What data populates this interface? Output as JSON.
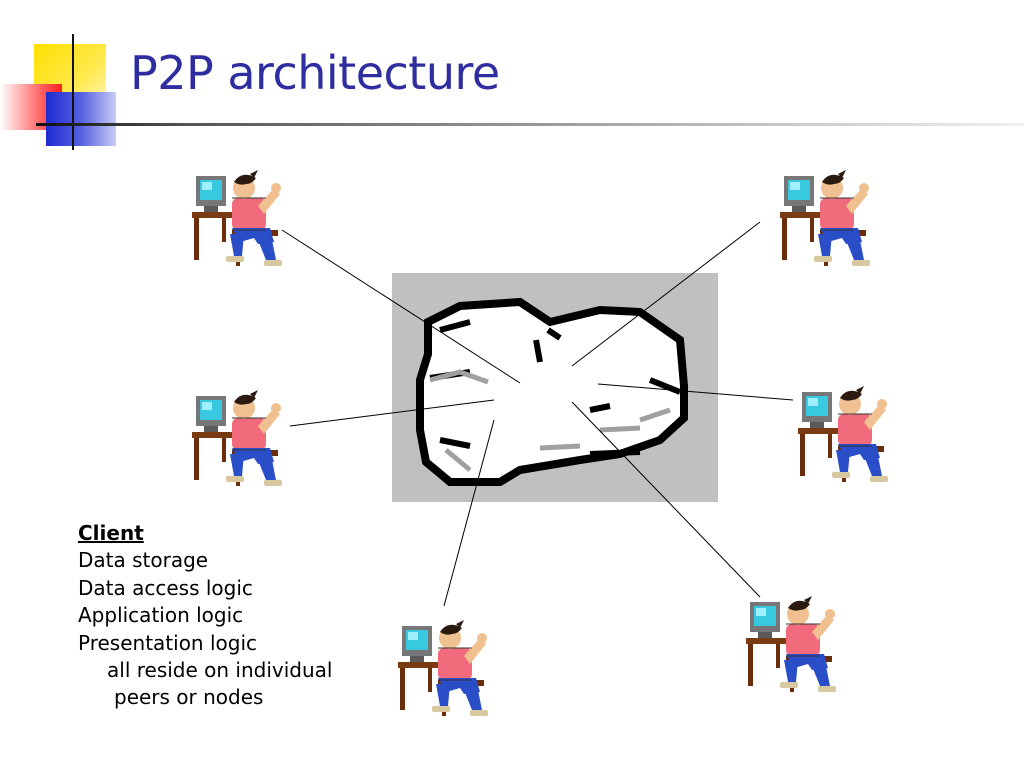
{
  "slide": {
    "title": "P2P architecture"
  },
  "diagram": {
    "center": "cloud",
    "nodes": [
      {
        "icon": "person-at-computer-icon"
      },
      {
        "icon": "person-at-computer-icon"
      },
      {
        "icon": "person-at-computer-icon"
      },
      {
        "icon": "person-at-computer-icon"
      },
      {
        "icon": "person-at-computer-icon"
      },
      {
        "icon": "person-at-computer-icon"
      }
    ],
    "cloud_background": "#c0c0c0"
  },
  "client": {
    "heading": "Client",
    "items": [
      "Data storage",
      "Data access logic",
      "Application logic",
      "Presentation logic"
    ],
    "note_line1": "all reside on individual",
    "note_line2": "peers or nodes"
  },
  "colors": {
    "title": "#2e2ea0",
    "accent_yellow": "#ffe000",
    "accent_red": "#ff2020",
    "accent_blue": "#1e2bd0"
  }
}
